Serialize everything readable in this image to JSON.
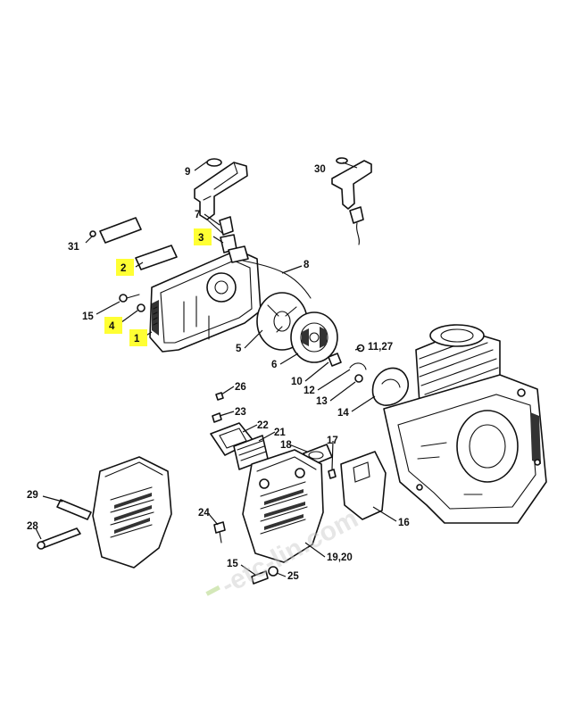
{
  "callouts": {
    "c9": "9",
    "c30": "30",
    "c7": "7",
    "c31": "31",
    "c3": "3",
    "c2": "2",
    "c8": "8",
    "c15a": "15",
    "c4": "4",
    "c1": "1",
    "c5": "5",
    "c11_27": "11,27",
    "c6": "6",
    "c10": "10",
    "c12": "12",
    "c13": "13",
    "c26": "26",
    "c14": "14",
    "c23": "23",
    "c22": "22",
    "c21": "21",
    "c18": "18",
    "c17": "17",
    "c29": "29",
    "c24": "24",
    "c16": "16",
    "c28": "28",
    "c19_20": "19,20",
    "c15b": "15",
    "c25": "25"
  },
  "watermark": "-etc-lin.com",
  "colors": {
    "highlight": "#ffff33",
    "line": "#111111",
    "watermark": "#c9c9c9"
  }
}
